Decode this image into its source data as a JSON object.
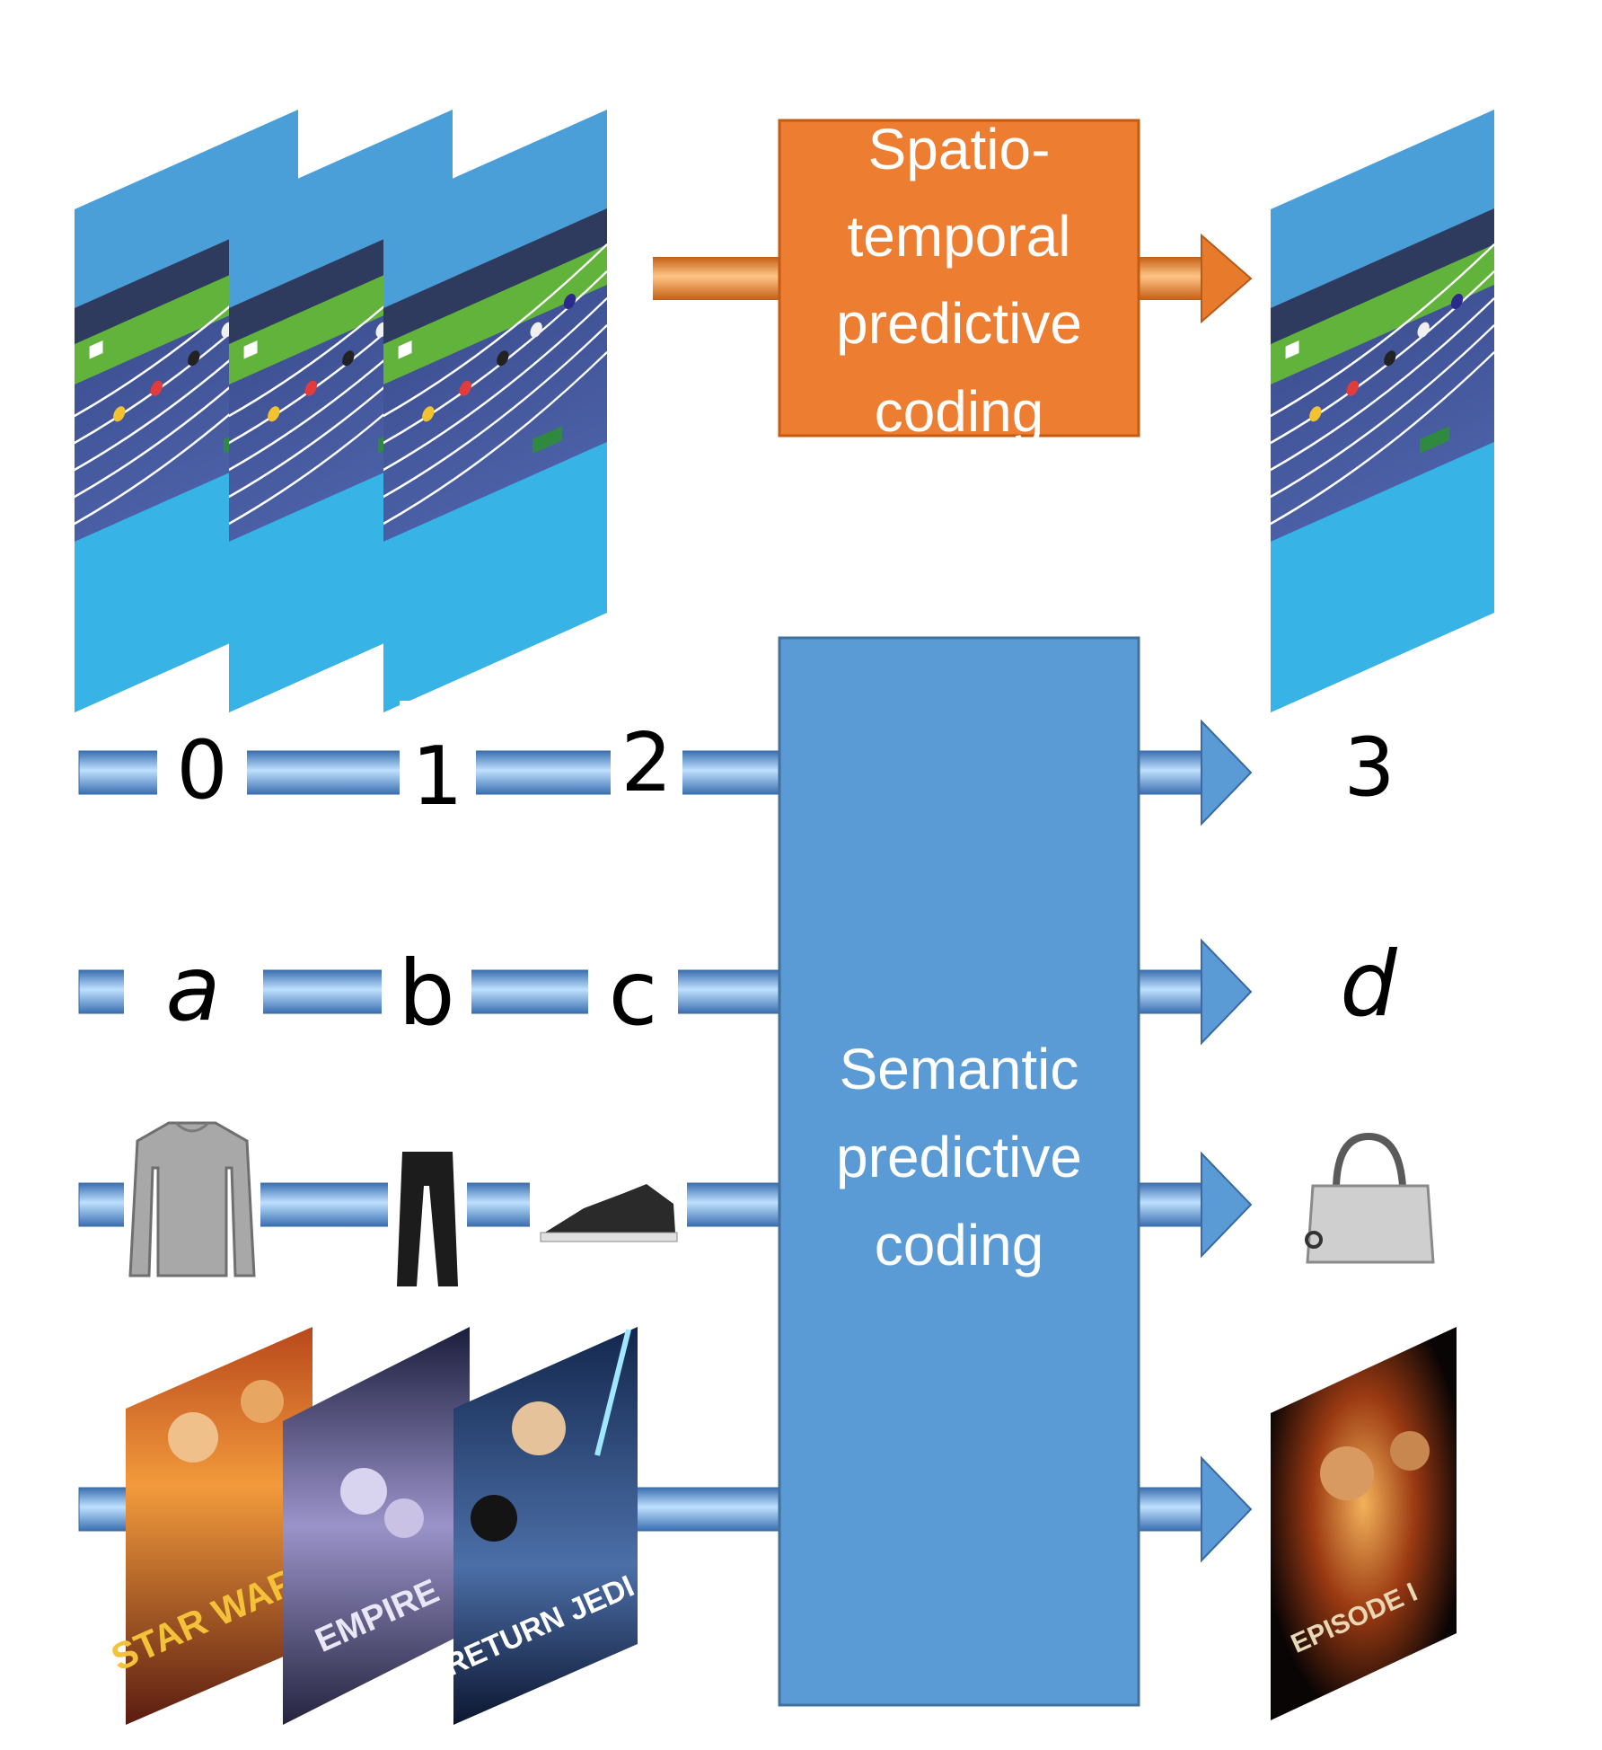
{
  "top_process": {
    "label_lines": [
      "Spatio-",
      "temporal",
      "predictive",
      "coding"
    ],
    "box_color": "#ED7D31",
    "arrow_color": "#E87B2B",
    "input_frames_icon": "sprint-race-frame",
    "output_frame_icon": "sprint-race-frame"
  },
  "bottom_process": {
    "label_lines": [
      "Semantic",
      "predictive",
      "coding"
    ],
    "box_color": "#5B9BD5",
    "arrow_color": "#5B9BD5"
  },
  "rows": [
    {
      "inputs": [
        "0",
        "1",
        "2"
      ],
      "output": "3"
    },
    {
      "inputs": [
        "a",
        "b",
        "c"
      ],
      "output": "d"
    },
    {
      "inputs_icons": [
        "sweater-icon",
        "trousers-icon",
        "sneaker-icon"
      ],
      "output_icon": "handbag-icon"
    },
    {
      "inputs_icons": [
        "star-wars-poster",
        "empire-strikes-back-poster",
        "return-of-the-jedi-poster"
      ],
      "output_icon": "episode-one-poster",
      "poster_titles": [
        "STAR WARS",
        "EMPIRE",
        "RETURN JEDI",
        "EPISODE I"
      ]
    }
  ]
}
